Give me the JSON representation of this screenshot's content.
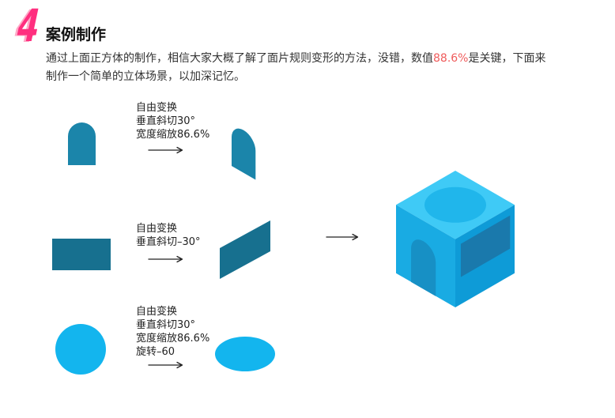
{
  "section": {
    "number": "4",
    "title": "案例制作"
  },
  "intro": {
    "line1_before": "通过上面正方体的制作，相信大家大概了解了面片规则变形的方法，没错，数值",
    "line1_highlight": "88.6%",
    "line1_after": "是关键，下面来",
    "line2": "制作一个简单的立体场景，以加深记忆。"
  },
  "steps": [
    {
      "lines": [
        "自由变换",
        "垂直斜切30°",
        "宽度缩放86.6%"
      ]
    },
    {
      "lines": [
        "自由变换",
        "垂直斜切–30°"
      ]
    },
    {
      "lines": [
        "自由变换",
        "垂直斜切30°",
        "宽度缩放86.6%",
        "旋转–60"
      ]
    }
  ],
  "icons": {
    "transform_arrow": "arrow-right-icon"
  },
  "colors": {
    "text": "#333333",
    "highlight": "#ef5b5b",
    "arrow": "#222222",
    "badge_front": "#ff2f7f",
    "badge_back": "#ffa9c7",
    "arch": "#1b85aa",
    "rectangle": "#17708f",
    "circle": "#13b5ee",
    "cube_top": "#3fcaf6",
    "cube_top_ellipse": "#20b6eb",
    "cube_left": "#19abe3",
    "cube_left_arch": "#1790c5",
    "cube_right": "#0e9bd7",
    "cube_right_rectangle": "#1a79ac"
  }
}
